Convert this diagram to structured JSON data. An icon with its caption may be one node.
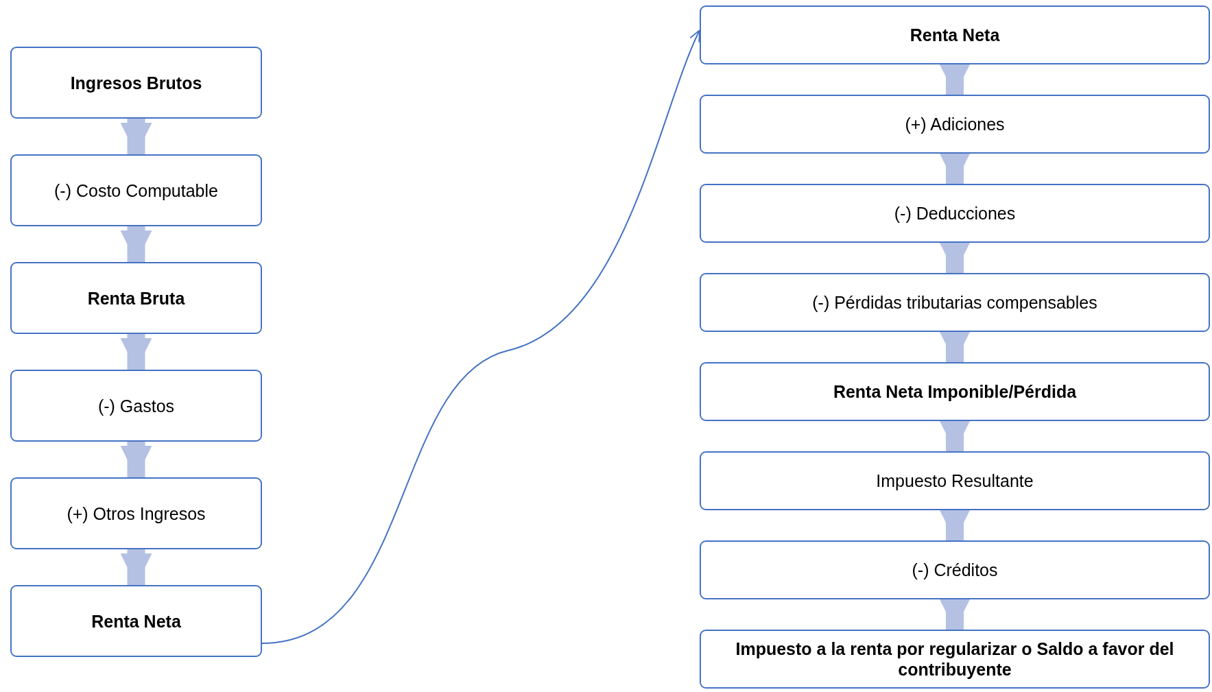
{
  "diagram": {
    "nodes": [
      {
        "text": [
          "Ingresos Brutos"
        ]
      },
      {
        "text": [
          "(-) Costo Computable"
        ]
      },
      {
        "text": [
          "Renta Bruta"
        ]
      },
      {
        "text": [
          "(-) Gastos"
        ]
      },
      {
        "text": [
          "(+) Otros Ingresos"
        ]
      },
      {
        "text": [
          "Renta Neta"
        ]
      },
      {
        "text": [
          "Renta Neta"
        ]
      },
      {
        "text": [
          "(+) Adiciones"
        ]
      },
      {
        "text": [
          "(-) Deducciones"
        ]
      },
      {
        "text": [
          "(-) Pérdidas tributarias compensables"
        ]
      },
      {
        "text": [
          "Renta Neta Imponible/Pérdida"
        ]
      },
      {
        "text": [
          "Impuesto Resultante"
        ]
      },
      {
        "text": [
          "(-) Créditos"
        ]
      },
      {
        "text": [
          "Impuesto a la renta por regularizar o Saldo a favor del contribuyente"
        ]
      }
    ],
    "edges": [
      {
        "from": 0,
        "to": 1,
        "arrow": "to"
      },
      {
        "from": 1,
        "to": 2,
        "arrow": "to"
      },
      {
        "from": 2,
        "to": 3,
        "arrow": "to"
      },
      {
        "from": 3,
        "to": 4,
        "arrow": "to"
      },
      {
        "from": 4,
        "to": 5,
        "arrow": "to"
      },
      {
        "from": 5,
        "to": 6,
        "arrow": "to",
        "color": "#4472c4"
      },
      {
        "from": 6,
        "to": 7,
        "arrow": "to"
      },
      {
        "from": 7,
        "to": 8,
        "arrow": "to"
      },
      {
        "from": 8,
        "to": 9,
        "arrow": "to"
      },
      {
        "from": 9,
        "to": 10,
        "arrow": "to"
      },
      {
        "from": 10,
        "to": 11,
        "arrow": "to"
      },
      {
        "from": 11,
        "to": 12,
        "arrow": "to"
      },
      {
        "from": 12,
        "to": 13,
        "arrow": "to"
      }
    ]
  }
}
